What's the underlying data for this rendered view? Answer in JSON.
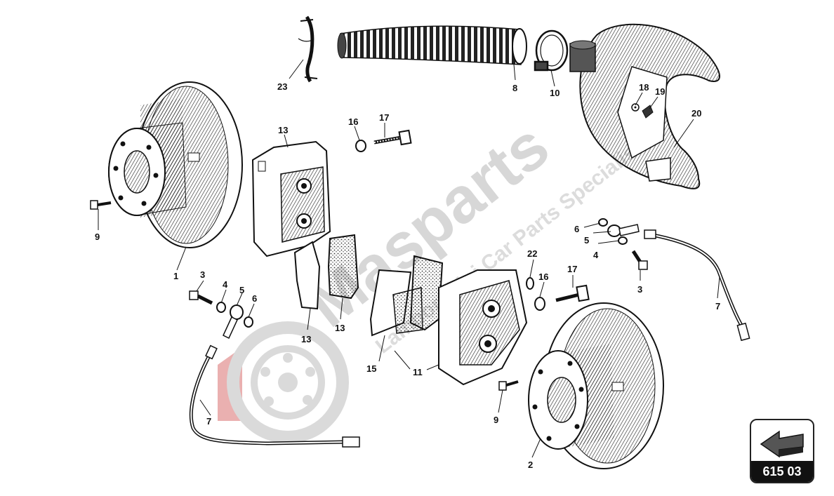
{
  "watermark": {
    "brand": "Masparts",
    "tagline": "Lamborghini Car Parts Specialist"
  },
  "callouts": [
    "23",
    "8",
    "10",
    "18",
    "19",
    "20",
    "16",
    "17",
    "13",
    "9",
    "1",
    "6",
    "5",
    "4",
    "3",
    "7",
    "22",
    "16",
    "17",
    "3",
    "4",
    "5",
    "6",
    "13",
    "13",
    "15",
    "11",
    "9",
    "2",
    "7"
  ],
  "badge": {
    "code": "615 03",
    "icon": "arrow-icon"
  },
  "colors": {
    "ink": "#111111",
    "watermark_gray": "#d3d3d3",
    "watermark_red": "#e8a8a8"
  }
}
